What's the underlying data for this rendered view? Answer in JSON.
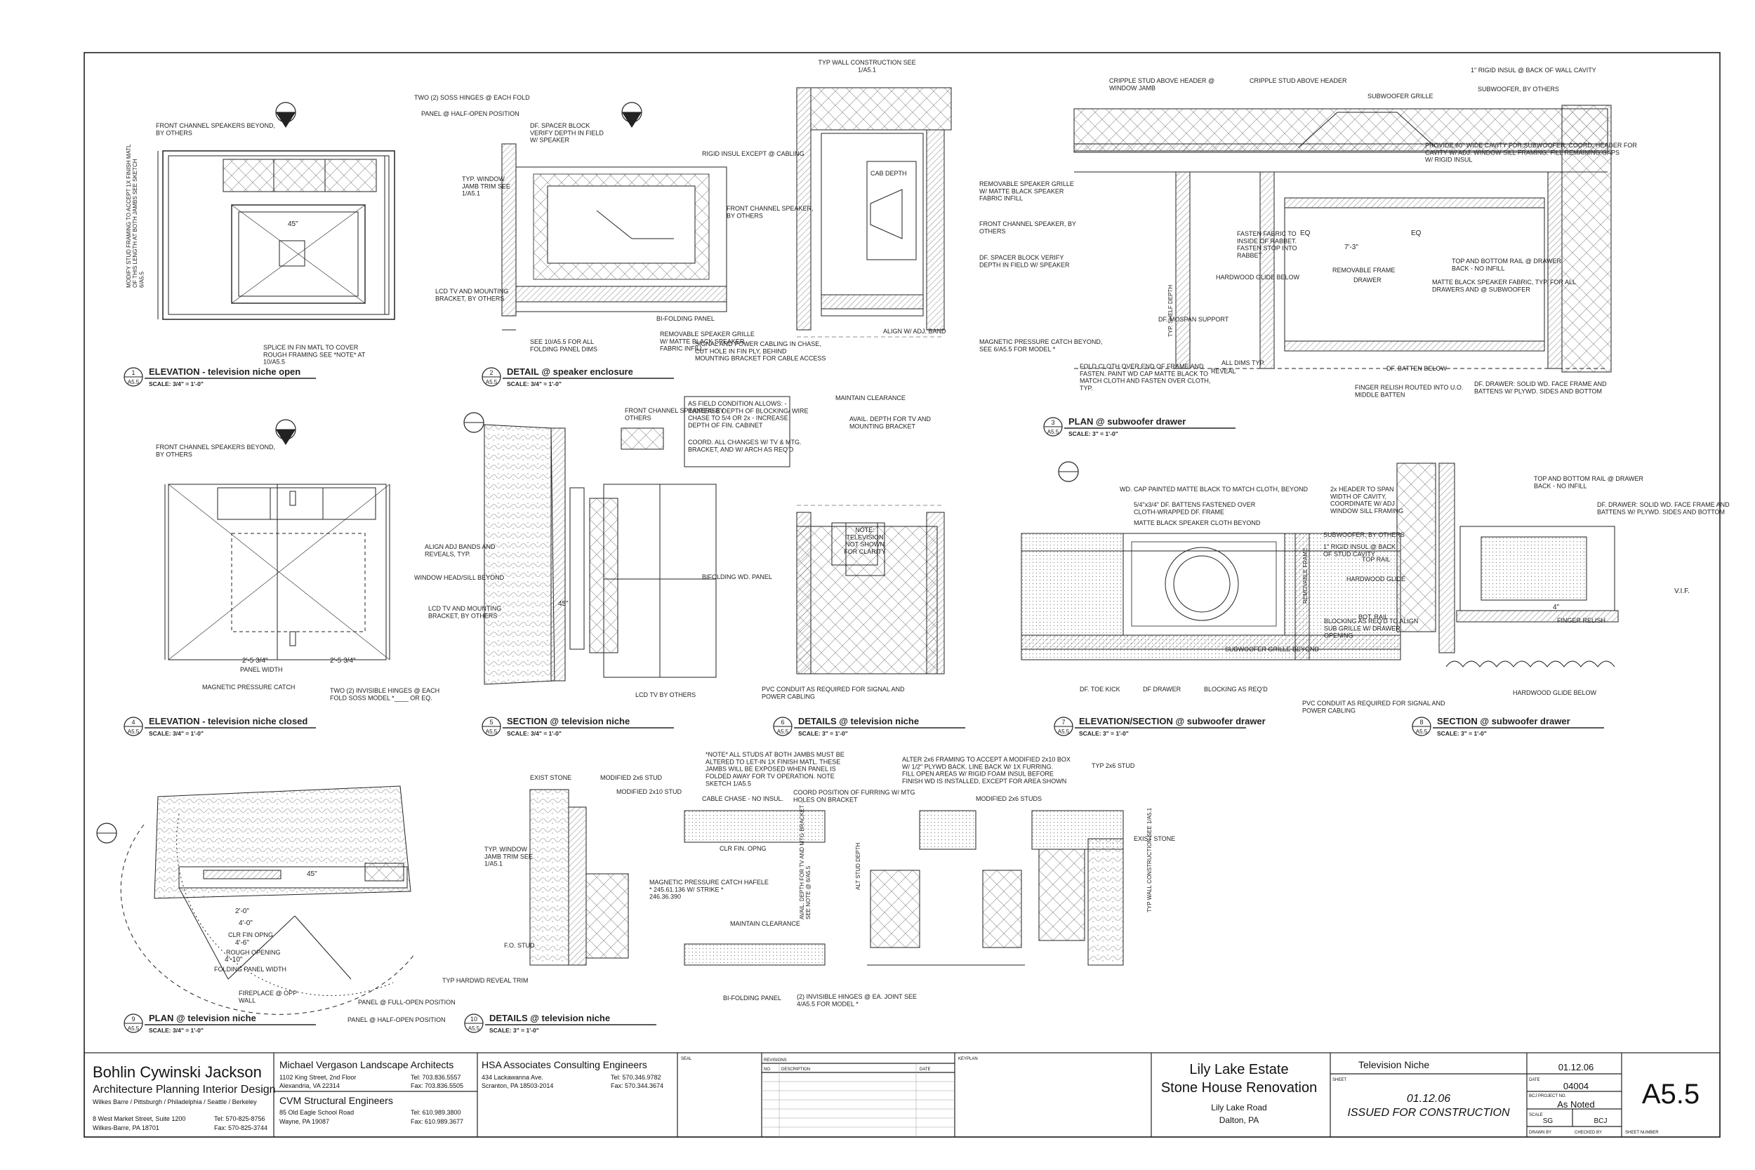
{
  "drawing": {
    "sheet_number": "A5.5",
    "sheet_title": "Television Niche",
    "date": "01.12.06",
    "project_number": "04004",
    "scale": "As Noted",
    "drawn_by": "SG",
    "checked_by": "BCJ",
    "issue_date": "01.12.06",
    "issue_status": "ISSUED FOR CONSTRUCTION"
  },
  "project": {
    "name_line1": "Lily Lake Estate",
    "name_line2": "Stone House Renovation",
    "address_line1": "Lily Lake Road",
    "address_line2": "Dalton, PA"
  },
  "firms": {
    "architect": {
      "name": "Bohlin Cywinski Jackson",
      "tagline": "Architecture Planning Interior Design",
      "offices": "Wilkes Barre / Pittsburgh / Philadelphia / Seattle / Berkeley",
      "address1": "8 West Market Street, Suite 1200",
      "address2": "Wilkes-Barre, PA 18701",
      "tel": "Tel: 570-825-8756",
      "fax": "Fax: 570-825-3744"
    },
    "landscape": {
      "name": "Michael Vergason Landscape Architects",
      "address1": "1102 King Street, 2nd Floor",
      "address2": "Alexandria, VA 22314",
      "tel": "Tel: 703.836.5557",
      "fax": "Fax: 703.836.5505"
    },
    "structural": {
      "name": "CVM Structural Engineers",
      "address1": "85 Old Eagle School Road",
      "address2": "Wayne, PA 19087",
      "tel": "Tel: 610.989.3800",
      "fax": "Fax: 610.989.3677"
    },
    "consulting": {
      "name": "HSA Associates Consulting Engineers",
      "address1": "434 Lackawanna Ave.",
      "address2": "Scranton, PA 18503-2014",
      "tel": "Tel: 570.346.9782",
      "fax": "Fax: 570.344.3674"
    }
  },
  "titleblock_labels": {
    "seal": "SEAL",
    "revisions": "REVISIONS",
    "no": "NO",
    "description": "DESCRIPTION",
    "date_col": "DATE",
    "keyplan": "KEYPLAN",
    "sheet": "SHEET",
    "date": "DATE",
    "project_no": "BCJ PROJECT NO.",
    "scale": "SCALE",
    "drawn_by": "DRAWN BY",
    "checked_by": "CHECKED BY",
    "sheet_number": "SHEET NUMBER"
  },
  "details": [
    {
      "num": "1",
      "sheet": "A5.5",
      "title": "ELEVATION - television niche open",
      "scale": "SCALE: 3/4\" = 1'-0\""
    },
    {
      "num": "2",
      "sheet": "A5.5",
      "title": "DETAIL @ speaker enclosure",
      "scale": "SCALE: 3/4\" = 1'-0\""
    },
    {
      "num": "3",
      "sheet": "A5.5",
      "title": "PLAN @ subwoofer drawer",
      "scale": "SCALE: 3\" = 1'-0\""
    },
    {
      "num": "4",
      "sheet": "A5.5",
      "title": "ELEVATION - television niche closed",
      "scale": "SCALE: 3/4\" = 1'-0\""
    },
    {
      "num": "5",
      "sheet": "A5.5",
      "title": "SECTION @ television niche",
      "scale": "SCALE: 3/4\" = 1'-0\""
    },
    {
      "num": "6",
      "sheet": "A5.5",
      "title": "DETAILS @ television niche",
      "scale": "SCALE: 3\" = 1'-0\""
    },
    {
      "num": "7",
      "sheet": "A5.5",
      "title": "ELEVATION/SECTION @ subwoofer drawer",
      "scale": "SCALE: 3\" = 1'-0\""
    },
    {
      "num": "8",
      "sheet": "A5.5",
      "title": "SECTION @ subwoofer drawer",
      "scale": "SCALE: 3\" = 1'-0\""
    },
    {
      "num": "9",
      "sheet": "A5.5",
      "title": "PLAN @ television niche",
      "scale": "SCALE: 3/4\" = 1'-0\""
    },
    {
      "num": "10",
      "sheet": "A5.5",
      "title": "DETAILS @ television niche",
      "scale": "SCALE: 3\" = 1'-0\""
    }
  ],
  "notes": {
    "n1a": "TWO (2) SOSS HINGES @ EACH FOLD",
    "n1b": "PANEL @ HALF-OPEN POSITION",
    "n1c": "FRONT CHANNEL SPEAKERS BEYOND, BY OTHERS",
    "n1d": "LCD TV AND MOUNTING BRACKET, BY OTHERS",
    "n1e": "SPLICE IN FIN MATL TO COVER ROUGH FRAMING SEE *NOTE* AT 10/A5.5",
    "n1f": "MODIFY STUD FRAMING TO ACCEPT 1X FINISH MATL OF THIS LENGTH AT BOTH JAMBS SEE SKETCH 6/A5.5",
    "n2a": "DF. SPACER BLOCK VERIFY DEPTH IN FIELD W/ SPEAKER",
    "n2b": "RIGID INSUL EXCEPT @ CABLING",
    "n2c": "FRONT CHANNEL SPEAKER, BY OTHERS",
    "n2d": "TYP. WINDOW JAMB TRIM SEE 1/A5.1",
    "n2e": "BI-FOLDING PANEL",
    "n2f": "REMOVABLE SPEAKER GRILLE W/ MATTE BLACK SPEAKER FABRIC INFILL",
    "n2g": "SEE 10/A5.5 FOR ALL FOLDING PANEL DIMS",
    "n4a": "FRONT CHANNEL SPEAKERS BEYOND, BY OTHERS",
    "n4b": "ALIGN ADJ BANDS AND REVEALS, TYP.",
    "n4c": "WINDOW HEAD/SILL BEYOND",
    "n4d": "LCD TV AND MOUNTING BRACKET, BY OTHERS",
    "n4e": "MAGNETIC PRESSURE CATCH",
    "n4f": "TWO (2) INVISIBLE HINGES @ EACH FOLD SOSS MODEL *____ OR EQ.",
    "n4g": "PANEL WIDTH",
    "n5a": "FRONT CHANNEL SPEAKERS BY OTHERS",
    "n5b": "BIFOLDING WD. PANEL",
    "n5c": "LCD TV BY OTHERS",
    "n6a": "TYP WALL CONSTRUCTION SEE 1/A5.1",
    "n6b": "REMOVABLE SPEAKER GRILLE W/ MATTE BLACK SPEAKER FABRIC INFILL",
    "n6c": "FRONT CHANNEL SPEAKER, BY OTHERS",
    "n6d": "DF. SPACER BLOCK VERIFY DEPTH IN FIELD W/ SPEAKER",
    "n6e": "ALIGN W/ ADJ. BAND",
    "n6f": "MAGNETIC PRESSURE CATCH BEYOND, SEE 6/A5.5 FOR MODEL *",
    "n6g": "SIGNAL AND POWER CABLING IN CHASE, CUT HOLE IN FIN PLY, BEHIND MOUNTING BRACKET FOR CABLE ACCESS",
    "n6h": "AS FIELD CONDITION ALLOWS: - INCREASE DEPTH OF BLOCKING/ WIRE CHASE TO 5/4 OR 2x - INCREASE DEPTH OF FIN. CABINET",
    "n6i": "COORD. ALL CHANGES W/ TV & MTG. BRACKET, AND W/ ARCH AS REQ'D",
    "n6j": "MAINTAIN CLEARANCE",
    "n6k": "AVAIL. DEPTH FOR TV AND MOUNTING BRACKET",
    "n6l": "NOTE: TELEVISION NOT SHOWN FOR CLARITY",
    "n6m": "PVC CONDUIT AS REQUIRED FOR SIGNAL AND POWER CABLING",
    "n6n": "CAB DEPTH",
    "n3a": "CRIPPLE STUD ABOVE HEADER @ WINDOW JAMB",
    "n3b": "CRIPPLE STUD ABOVE HEADER",
    "n3c": "SUBWOOFER GRILLE",
    "n3d": "1\" RIGID INSUL @ BACK OF WALL CAVITY",
    "n3e": "SUBWOOFER, BY OTHERS",
    "n3f": "PROVIDE 60\" WIDE CAVITY FOR SUBWOOFER. COORD. HEADER FOR CAVITY W/ ADJ. WINDOW SILL FRAMING. FILL REMAINING GAPS W/ RIGID INSUL",
    "n3g": "FASTEN FABRIC TO INSIDE OF RABBET. FASTEN STOP INTO RABBET",
    "n3h": "REMOVABLE FRAME",
    "n3i": "TOP AND BOTTOM RAIL @ DRAWER BACK - NO INFILL",
    "n3j": "HARDWOOD GLIDE BELOW",
    "n3k": "DRAWER",
    "n3l": "MATTE BLACK SPEAKER FABRIC, TYP. FOR ALL DRAWERS AND @ SUBWOOFER",
    "n3m": "DF. MOSPAN SUPPORT",
    "n3n": "FOLD CLOTH OVER END OF FRAME AND FASTEN. PAINT WD CAP MATTE BLACK TO MATCH CLOTH AND FASTEN OVER CLOTH, TYP.",
    "n3o": "ALL DIMS TYP.",
    "n3p": "DF. BATTEN BELOW",
    "n3q": "FINGER RELISH ROUTED INTO U.O. MIDDLE BATTEN",
    "n3r": "DF. DRAWER: SOLID WD. FACE FRAME AND BATTENS W/ PLYWD. SIDES AND BOTTOM",
    "n3s": "TYP. SHELF DEPTH",
    "n3t": "REVEAL",
    "n7a": "WD. CAP PAINTED MATTE BLACK TO MATCH CLOTH, BEYOND",
    "n7b": "5/4\"x3/4\" DF. BATTENS FASTENED OVER CLOTH-WRAPPED DF. FRAME",
    "n7c": "MATTE BLACK SPEAKER CLOTH BEYOND",
    "n7d": "TOP RAIL",
    "n7e": "HARDWOOD GLIDE",
    "n7f": "REMOVABLE FRAME",
    "n7g": "BOT. RAIL",
    "n7h": "SUBWOOFER GRILLE BEYOND",
    "n7i": "DF. TOE KICK",
    "n7j": "DF DRAWER",
    "n7k": "BLOCKING AS REQ'D",
    "n8a": "2x HEADER TO SPAN WIDTH OF CAVITY, COORDINATE W/ ADJ WINDOW SILL FRAMING",
    "n8b": "TOP AND BOTTOM RAIL @ DRAWER BACK - NO INFILL",
    "n8c": "DF. DRAWER: SOLID WD. FACE FRAME AND BATTENS W/ PLYWD. SIDES AND BOTTOM",
    "n8d": "SUBWOOFER, BY OTHERS",
    "n8e": "1\" RIGID INSUL @ BACK OF STUD CAVITY",
    "n8f": "FINGER RELISH",
    "n8g": "BLOCKING AS REQ'D TO ALIGN SUB GRILLE W/ DRAWER OPENING",
    "n8h": "HARDWOOD GLIDE BELOW",
    "n8i": "PVC CONDUIT AS REQUIRED FOR SIGNAL AND POWER CABLING",
    "n9a": "FIREPLACE @ OPP WALL",
    "n9b": "PANEL @ FULL-OPEN POSITION",
    "n9c": "PANEL @ HALF-OPEN POSITION",
    "n9d": "CLR FIN OPNG",
    "n9e": "ROUGH OPENING",
    "n9f": "FOLDING PANEL WIDTH",
    "n10a": "EXIST STONE",
    "n10b": "MODIFIED 2x6 STUD",
    "n10c": "MODIFIED 2x10 STUD",
    "n10d": "TYP. WINDOW JAMB TRIM SEE 1/A5.1",
    "n10e": "*NOTE* ALL STUDS AT BOTH JAMBS MUST BE ALTERED TO LET-IN 1X FINISH MATL. THESE JAMBS WILL BE EXPOSED WHEN PANEL IS FOLDED AWAY FOR TV OPERATION. NOTE SKETCH 1/A5.5",
    "n10f": "CABLE CHASE - NO INSUL.",
    "n10g": "COORD POSITION OF FURRING W/ MTG HOLES ON BRACKET",
    "n10h": "ALTER 2x6 FRAMING TO ACCEPT A MODIFIED 2x10 BOX W/ 1/2\" PLYWD BACK. LINE BACK W/ 1X FURRING. FILL OPEN AREAS W/ RIGID FOAM INSUL BEFORE FINISH WD IS INSTALLED, EXCEPT FOR AREA SHOWN",
    "n10i": "MODIFIED 2x6 STUDS",
    "n10j": "TYP 2x6 STUD",
    "n10k": "EXIST STONE",
    "n10l": "MAGNETIC PRESSURE CATCH HAFELE * 245.61.136 W/ STRIKE * 246.36.390",
    "n10m": "MAINTAIN CLEARANCE",
    "n10n": "TYP HARDWD REVEAL TRIM",
    "n10o": "BI-FOLDING PANEL",
    "n10p": "(2) INVISIBLE HINGES @ EA. JOINT SEE 4/A5.5 FOR MODEL *",
    "n10q": "TYP WALL CONSTRUCTION SEE 1/A5.1",
    "n10r": "CLR FIN. OPNG",
    "n10s": "AVAIL. DEPTH FOR TV AND MTG BRACKET - SEE NOTE @ 6/A5.5",
    "n10t": "ALT STUD DEPTH",
    "n10u": "F.O. STUD"
  },
  "dims": {
    "d45": "45\"",
    "d2": "2'-5 3/4\"",
    "d40": "4'-0\"",
    "d20": "2'-0\"",
    "d46": "4'-6\"",
    "d410": "4'-10\"",
    "d73": "7'-3\"",
    "eq": "EQ",
    "vif": "V.I.F.",
    "d4": "4\""
  },
  "colors": {
    "ink": "#222222",
    "hatch": "#777777",
    "paper": "#ffffff"
  }
}
